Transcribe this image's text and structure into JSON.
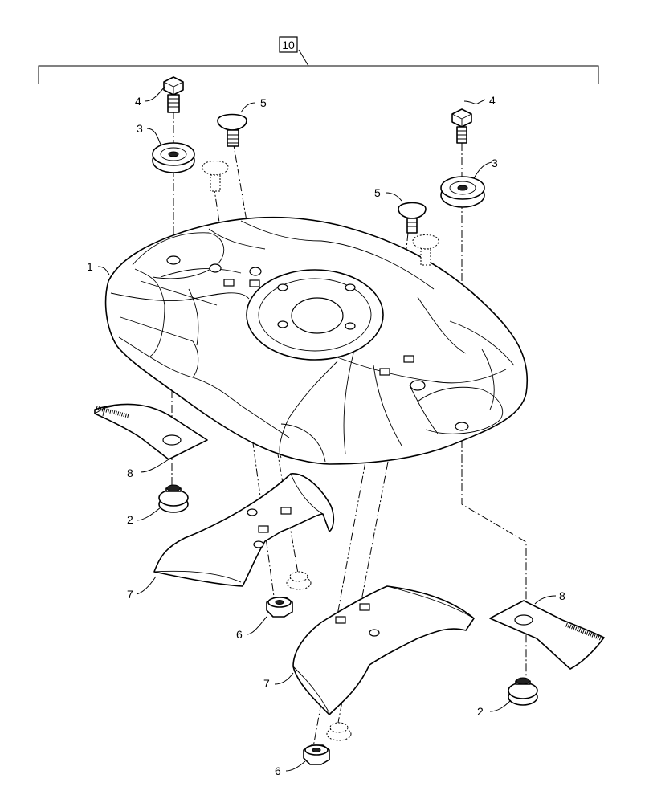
{
  "assembly_callout": "10",
  "callouts": {
    "c1": "1",
    "c2a": "2",
    "c2b": "2",
    "c3a": "3",
    "c3b": "3",
    "c4a": "4",
    "c4b": "4",
    "c5a": "5",
    "c5b": "5",
    "c6a": "6",
    "c6b": "6",
    "c7a": "7",
    "c7b": "7",
    "c8a": "8",
    "c8b": "8"
  }
}
